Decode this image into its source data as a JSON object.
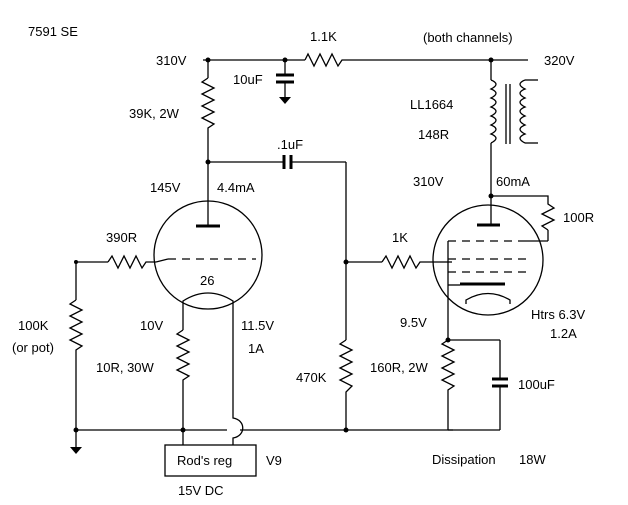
{
  "title": "7591 SE",
  "note_channels": "(both channels)",
  "nodes": {
    "b_plus_left": "310V",
    "b_plus_right": "320V",
    "driver_plate_v": "145V",
    "driver_current": "4.4mA",
    "driver_cathode_v": "10V",
    "driver_heater_v": "11.5V",
    "driver_heater_i": "1A",
    "output_plate_v": "310V",
    "output_current": "60mA",
    "output_cathode_v": "9.5V"
  },
  "components": {
    "r_dropper": "1.1K",
    "c_filter": "10uF",
    "r_plate_load": "39K, 2W",
    "c_coupling": ".1uF",
    "transformer_name": "LL1664",
    "transformer_dcr": "148R",
    "r_grid_stopper_driver": "390R",
    "driver_tube": "26",
    "r_grid_stopper_output": "1K",
    "r_screen": "100R",
    "r_input": "100K",
    "r_input_alt": "(or pot)",
    "r_heater_drop": "10R, 30W",
    "r_grid_leak": "470K",
    "r_cathode": "160R, 2W",
    "c_cathode": "100uF",
    "heaters": "Htrs 6.3V",
    "heaters_current": "1.2A",
    "regulator": "Rod's reg",
    "regulator_variant": "V9",
    "supply": "15V DC",
    "dissipation_label": "Dissipation",
    "dissipation_value": "18W"
  }
}
